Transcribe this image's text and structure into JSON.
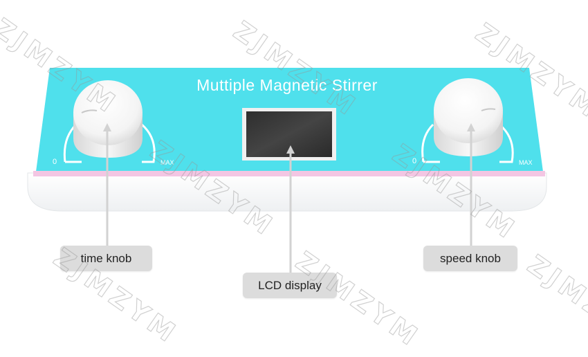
{
  "device": {
    "title": "Muttiple Magnetic Stirrer",
    "scale_min": "0",
    "scale_max": "MAX",
    "panel_color": "#4fe0ec",
    "stripe_color": "#f3c6e3"
  },
  "callouts": {
    "left_knob": "time knob",
    "display": "LCD display",
    "right_knob": "speed knob"
  },
  "watermark": "ZJMZYM"
}
